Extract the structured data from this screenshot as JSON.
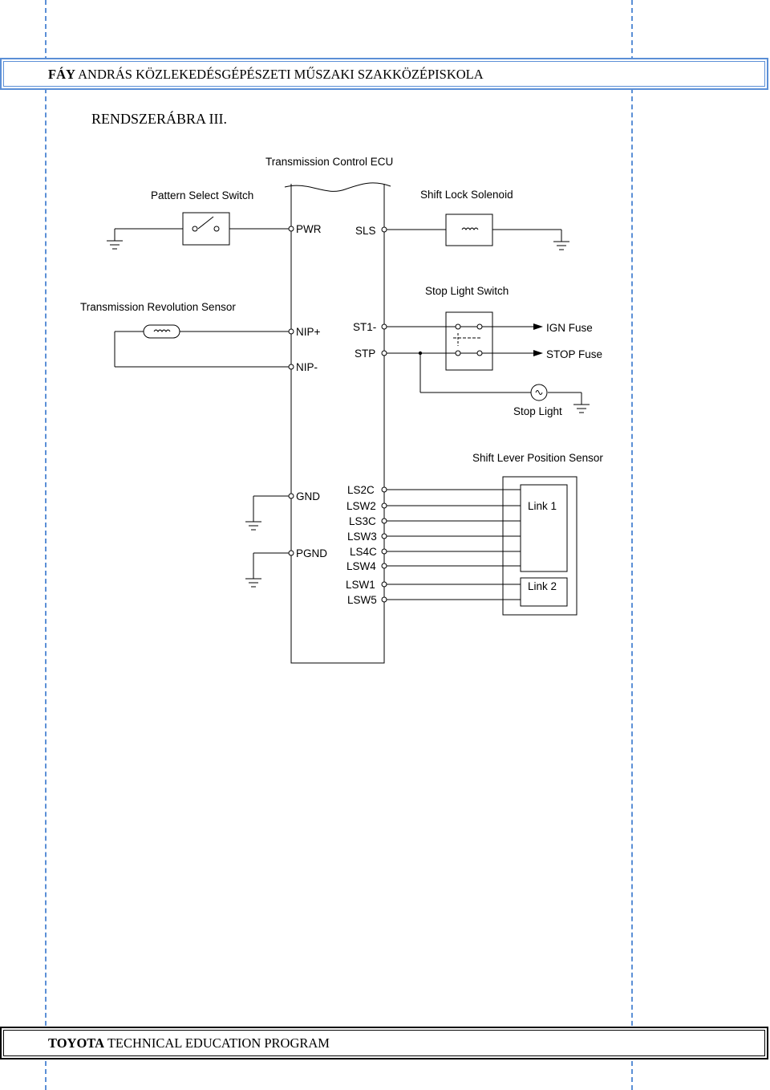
{
  "header": {
    "bold": "FÁY",
    "rest": " ANDRÁS KÖZLEKEDÉSGÉPÉSZETI MŰSZAKI SZAKKÖZÉPISKOLA"
  },
  "page_title": "RENDSZERÁBRA III.",
  "footer": {
    "bold": "TOYOTA",
    "rest": " TECHNICAL EDUCATION PROGRAM"
  },
  "diagram": {
    "ecu_label": "Transmission Control ECU",
    "components": {
      "pattern_select_switch": "Pattern Select Switch",
      "shift_lock_solenoid": "Shift Lock Solenoid",
      "revolution_sensor": "Transmission Revolution Sensor",
      "stop_light_switch": "Stop Light Switch",
      "ign_fuse": "IGN Fuse",
      "stop_fuse": "STOP Fuse",
      "stop_light": "Stop Light",
      "shift_lever_sensor": "Shift Lever Position Sensor",
      "link1": "Link 1",
      "link2": "Link 2"
    },
    "terminals": {
      "pwr": "PWR",
      "sls": "SLS",
      "nip_plus": "NIP+",
      "nip_minus": "NIP-",
      "st1": "ST1-",
      "stp": "STP",
      "gnd": "GND",
      "pgnd": "PGND",
      "ls2c": "LS2C",
      "lsw2": "LSW2",
      "ls3c": "LS3C",
      "lsw3": "LSW3",
      "ls4c": "LS4C",
      "lsw4": "LSW4",
      "lsw1": "LSW1",
      "lsw5": "LSW5"
    }
  },
  "colors": {
    "guide_line": "#5b8fd6"
  }
}
